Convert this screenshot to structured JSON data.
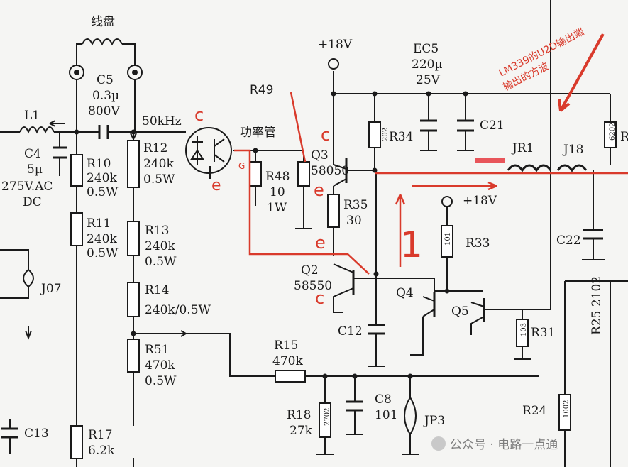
{
  "labels": {
    "coil": "线盘",
    "c5": "C5",
    "c5_val": "0.3µ",
    "c5_volt": "800V",
    "l1": "L1",
    "freq": "50kHz",
    "power_tube": "功率管",
    "c4": "C4",
    "c4_val": "5µ",
    "c4_volt": "275V.AC",
    "c4_dc": "DC",
    "r10": "R10",
    "r10_val": "240k",
    "r10_w": "0.5W",
    "r11": "R11",
    "r11_val": "240k",
    "r11_w": "0.5W",
    "r12": "R12",
    "r12_val": "240k",
    "r12_w": "0.5W",
    "r13": "R13",
    "r13_val": "240k",
    "r13_w": "0.5W",
    "r14": "R14",
    "r14_val": "240k/0.5W",
    "r51": "R51",
    "r51_val": "470k",
    "r51_w": "0.5W",
    "r17": "R17",
    "r17_val": "6.2k",
    "j07": "J07",
    "c13": "C13",
    "r49": "R49",
    "r48": "R48",
    "r48_val": "10",
    "r48_w": "1W",
    "q3": "Q3",
    "q3_val": "58050",
    "q2": "Q2",
    "q2_val": "58550",
    "r35": "R35",
    "r35_val": "30",
    "r34": "R34",
    "r34_code": "202",
    "plus18_top": "+18V",
    "ec5": "EC5",
    "ec5_val": "220µ",
    "ec5_volt": "25V",
    "c21": "C21",
    "jr1": "JR1",
    "j18": "J18",
    "plus18_mid": "+18V",
    "r33": "R33",
    "r33_code": "101",
    "c22": "C22",
    "q4": "Q4",
    "q5": "Q5",
    "r31": "R31",
    "r31_code": "103",
    "r25": "R25 2102",
    "c12": "C12",
    "r15": "R15",
    "r15_val": "470k",
    "r18": "R18",
    "r18_val": "27k",
    "r18_code": "2702",
    "c8": "C8",
    "c8_val": "101",
    "jp3": "JP3",
    "r24": "R24",
    "r24_code": "1002",
    "r_right_code": "6202",
    "r_right_partial": "R"
  },
  "annotations": {
    "lm339_line1": "LM339的U2D输出端",
    "lm339_line2": "输出的方波",
    "marker_one": "1",
    "c_power": "c",
    "e_power": "e",
    "g_power": "G",
    "c_q3": "c",
    "e_q3": "e",
    "e_q2": "e",
    "c_q2": "c"
  },
  "watermark": "公众号 · 电路一点通",
  "colors": {
    "annotation_red": "#d93a2b",
    "ink": "#1a1a1a",
    "paper": "#f5f5f3"
  }
}
